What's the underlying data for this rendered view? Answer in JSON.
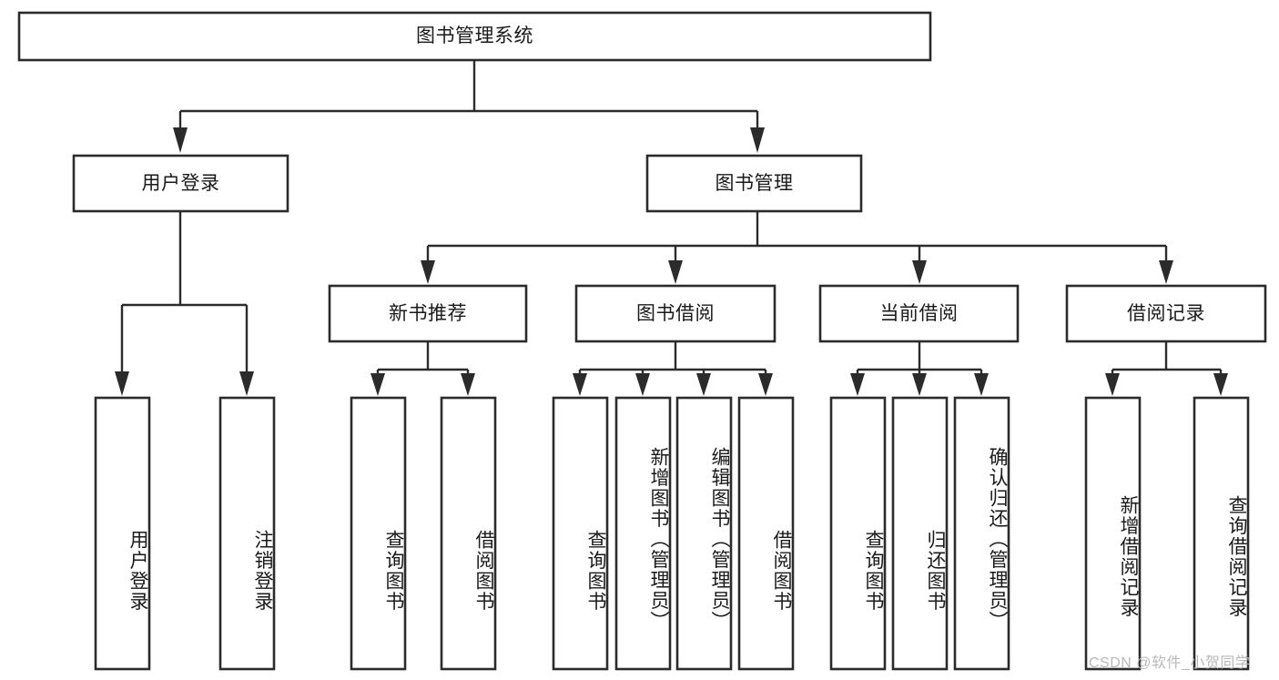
{
  "diagram": {
    "title": "图书管理系统",
    "type": "functional-structure-tree",
    "style": {
      "box_fill": "#ffffff",
      "box_stroke": "#2b2b2b",
      "connector_color": "#2b2b2b",
      "text_color": "#1a1a1a",
      "background": "#ffffff",
      "watermark_color": "#b9b9b9"
    },
    "levels": [
      {
        "level": 1,
        "nodes": [
          {
            "id": "root",
            "label": "图书管理系统",
            "orientation": "horizontal"
          }
        ]
      },
      {
        "level": 2,
        "nodes": [
          {
            "id": "user-login",
            "label": "用户登录",
            "orientation": "horizontal",
            "parent": "root"
          },
          {
            "id": "book-manage",
            "label": "图书管理",
            "orientation": "horizontal",
            "parent": "root"
          }
        ]
      },
      {
        "level": 3,
        "nodes": [
          {
            "id": "new-book-rec",
            "label": "新书推荐",
            "orientation": "horizontal",
            "parent": "book-manage"
          },
          {
            "id": "book-borrow",
            "label": "图书借阅",
            "orientation": "horizontal",
            "parent": "book-manage"
          },
          {
            "id": "current-borrow",
            "label": "当前借阅",
            "orientation": "horizontal",
            "parent": "book-manage"
          },
          {
            "id": "borrow-record",
            "label": "借阅记录",
            "orientation": "horizontal",
            "parent": "book-manage"
          }
        ]
      },
      {
        "level": 4,
        "nodes": [
          {
            "id": "leaf-user-login",
            "label": "用户登录",
            "orientation": "vertical",
            "parent": "user-login"
          },
          {
            "id": "leaf-logout",
            "label": "注销登录",
            "orientation": "vertical",
            "parent": "user-login"
          },
          {
            "id": "leaf-query-book-1",
            "label": "查询图书",
            "orientation": "vertical",
            "parent": "new-book-rec"
          },
          {
            "id": "leaf-borrow-book-1",
            "label": "借阅图书",
            "orientation": "vertical",
            "parent": "new-book-rec"
          },
          {
            "id": "leaf-query-book-2",
            "label": "查询图书",
            "orientation": "vertical",
            "parent": "book-borrow"
          },
          {
            "id": "leaf-add-book",
            "label": "新增图书（管理员）",
            "orientation": "vertical",
            "parent": "book-borrow"
          },
          {
            "id": "leaf-edit-book",
            "label": "编辑图书（管理员）",
            "orientation": "vertical",
            "parent": "book-borrow"
          },
          {
            "id": "leaf-borrow-book-2",
            "label": "借阅图书",
            "orientation": "vertical",
            "parent": "book-borrow"
          },
          {
            "id": "leaf-query-book-3",
            "label": "查询图书",
            "orientation": "vertical",
            "parent": "current-borrow"
          },
          {
            "id": "leaf-return-book",
            "label": "归还图书",
            "orientation": "vertical",
            "parent": "current-borrow"
          },
          {
            "id": "leaf-confirm-return",
            "label": "确认归还（管理员）",
            "orientation": "vertical",
            "parent": "current-borrow"
          },
          {
            "id": "leaf-add-record",
            "label": "新增借阅记录",
            "orientation": "vertical",
            "parent": "borrow-record"
          },
          {
            "id": "leaf-query-record",
            "label": "查询借阅记录",
            "orientation": "vertical",
            "parent": "borrow-record"
          }
        ]
      }
    ],
    "watermark": "CSDN @软件_小贺同学"
  }
}
